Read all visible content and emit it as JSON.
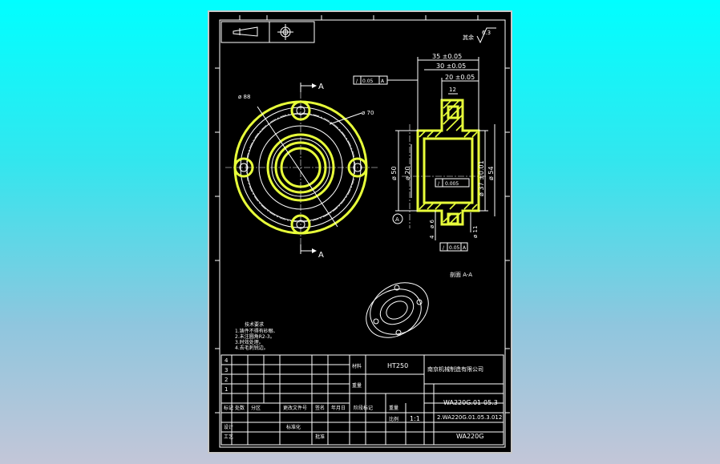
{
  "section": {
    "label_left": "A",
    "label_view": "A"
  },
  "front_view": {
    "dim_d88": "ø 88",
    "dim_d70": "ø 70"
  },
  "side_view": {
    "dim_35": "35 ±0.05",
    "dim_30": "30 ±0.05",
    "dim_20": "20 ±0.05",
    "dim_12": "12",
    "dim_d50": "ø 50",
    "dim_d20": "ø 20",
    "dim_d37": "ø 37 ±0.01",
    "dim_d54": "ø 54",
    "dim_d11": "ø 11",
    "dim_d6": "ø 6",
    "dim_4": "4",
    "tol_top": "0.05",
    "tol_mid": "0.005",
    "tol_bot": "0.05",
    "datum": "A",
    "roughness": "6.3"
  },
  "title_block": {
    "material": "HT250",
    "company": "南京机械制造有限公司",
    "drawing_no": "WA220G.01-05.3",
    "part_no": "2.WA220G.01.05.3.012",
    "model": "WA220G",
    "scale": "1:1",
    "rows": [
      "4",
      "3",
      "2",
      "1"
    ]
  },
  "notes": {
    "heading": "技术要求",
    "note_1": "1.铸件不得有砂眼、",
    "note_2": "2.未注圆角R2-3。",
    "note_3": "3.时效处理。",
    "note_4": "4.去毛刺锐边。"
  }
}
